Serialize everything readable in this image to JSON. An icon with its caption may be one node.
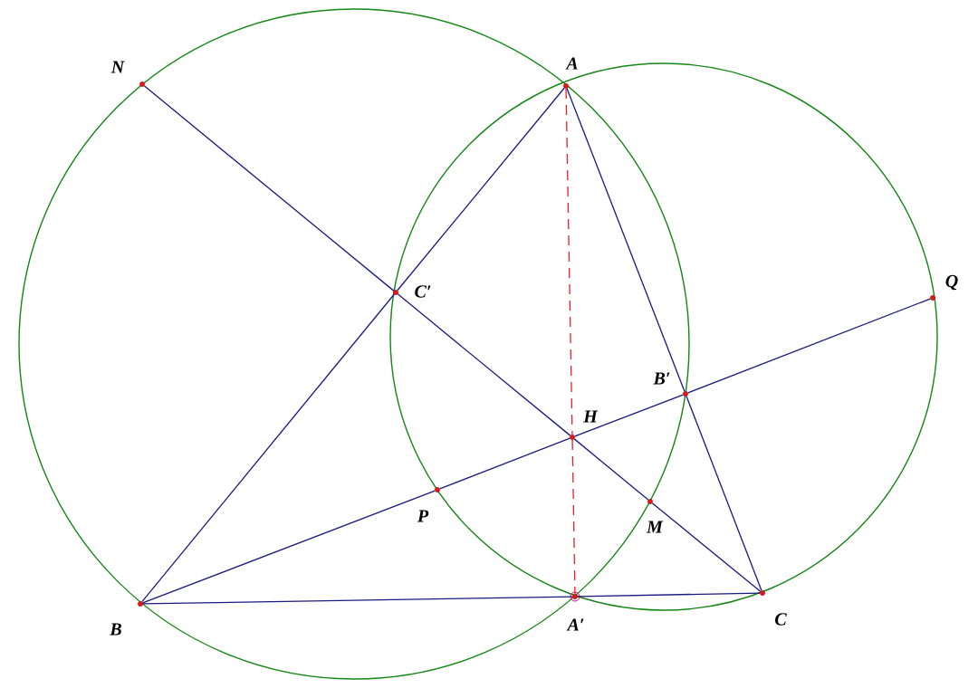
{
  "diagram": {
    "nodes": [
      {
        "text": [
          "N"
        ]
      },
      {
        "text": [
          "A"
        ]
      },
      {
        "text": [
          "Q"
        ]
      },
      {
        "text": [
          "C′"
        ]
      },
      {
        "text": [
          "B′"
        ]
      },
      {
        "text": [
          "H"
        ]
      },
      {
        "text": [
          "P"
        ]
      },
      {
        "text": [
          "M"
        ]
      },
      {
        "text": [
          "B"
        ]
      },
      {
        "text": [
          "A′"
        ]
      },
      {
        "text": [
          "C"
        ]
      }
    ],
    "edges": [
      {
        "from": 0,
        "to": 3,
        "arrow": "none"
      },
      {
        "from": 3,
        "to": 5,
        "arrow": "none"
      },
      {
        "from": 5,
        "to": 7,
        "arrow": "none"
      },
      {
        "from": 7,
        "to": 10,
        "arrow": "none"
      },
      {
        "from": 8,
        "to": 6,
        "arrow": "none"
      },
      {
        "from": 6,
        "to": 5,
        "arrow": "none"
      },
      {
        "from": 5,
        "to": 4,
        "arrow": "none"
      },
      {
        "from": 4,
        "to": 2,
        "arrow": "none"
      },
      {
        "from": 1,
        "to": 3,
        "arrow": "none"
      },
      {
        "from": 3,
        "to": 8,
        "arrow": "none"
      },
      {
        "from": 1,
        "to": 4,
        "arrow": "none"
      },
      {
        "from": 4,
        "to": 10,
        "arrow": "none"
      },
      {
        "from": 8,
        "to": 9,
        "arrow": "none"
      },
      {
        "from": 9,
        "to": 10,
        "arrow": "none"
      },
      {
        "from": 1,
        "to": 5,
        "arrow": "none",
        "style": "dashed",
        "color": "#e8202a"
      },
      {
        "from": 5,
        "to": 9,
        "arrow": "none",
        "style": "dashed",
        "color": "#e8202a"
      }
    ]
  }
}
